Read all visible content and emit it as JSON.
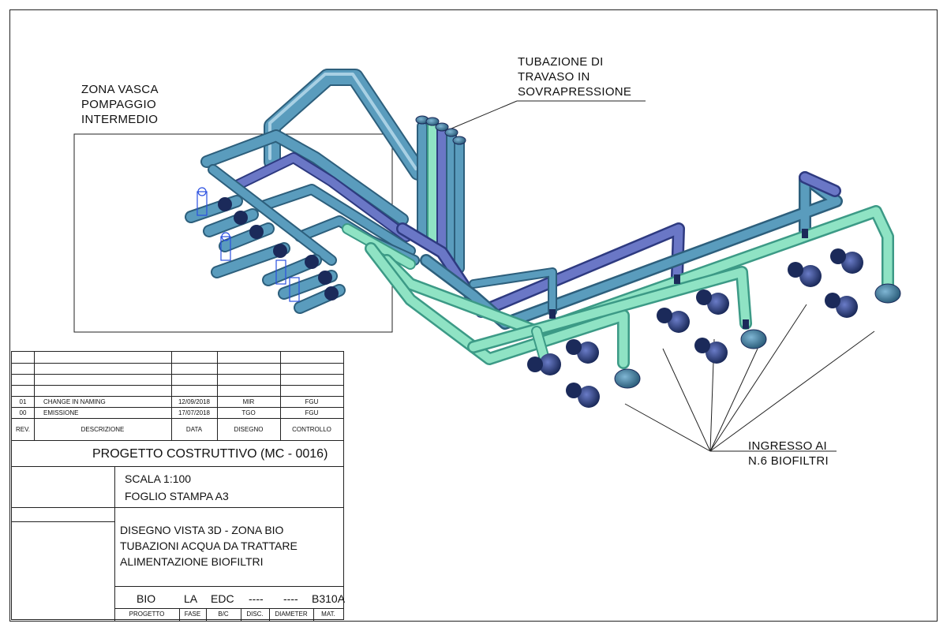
{
  "labels": {
    "zona": [
      "ZONA VASCA",
      "POMPAGGIO",
      "INTERMEDIO"
    ],
    "tubazione": [
      "TUBAZIONE DI",
      "TRAVASO IN",
      "SOVRAPRESSIONE"
    ],
    "ingresso": [
      "INGRESSO AI",
      "N.6 BIOFILTRI"
    ]
  },
  "colors": {
    "pipe_steel": "#4f8fb0",
    "pipe_dark": "#5865b8",
    "pipe_green": "#8fe3c4",
    "valve": "#2f3f80",
    "flange": "#1b2a5a"
  },
  "title_block": {
    "revisions": [
      {
        "rev": "01",
        "descrizione": "CHANGE IN NAMING",
        "data": "12/09/2018",
        "disegno": "MIR",
        "controllo": "FGU"
      },
      {
        "rev": "00",
        "descrizione": "EMISSIONE",
        "data": "17/07/2018",
        "disegno": "TGO",
        "controllo": "FGU"
      }
    ],
    "headers": {
      "rev": "REV.",
      "descrizione": "DESCRIZIONE",
      "data": "DATA",
      "disegno": "DISEGNO",
      "controllo": "CONTROLLO"
    },
    "project": "PROGETTO COSTRUTTIVO  (MC - 0016)",
    "scala": "SCALA 1:100",
    "foglio": "FOGLIO STAMPA A3",
    "title_lines": [
      "DISEGNO VISTA 3D - ZONA BIO",
      "TUBAZIONI ACQUA DA TRATTARE",
      "ALIMENTAZIONE BIOFILTRI"
    ],
    "codes": [
      "BIO",
      "LA",
      "EDC",
      "----",
      "----",
      "B310A"
    ],
    "code_headers": [
      "PROGETTO",
      "FASE",
      "B/C",
      "DISC.",
      "DIAMETER",
      "MAT."
    ]
  }
}
